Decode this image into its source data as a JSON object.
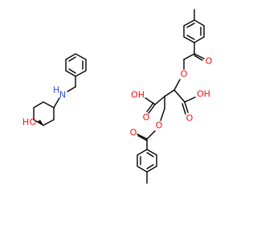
{
  "atoms": {
    "amine_n": "N",
    "amine_h": "H",
    "alcohol_o": "O",
    "alcohol_h": "H",
    "acid_left": "OH",
    "acid_right": "OH",
    "ester_o_upper": "O",
    "ester_o_lower": "O",
    "carbonyl_o_upper_ester": "O",
    "carbonyl_o_lower_ester": "O",
    "carbonyl_o_left_acid": "O",
    "carbonyl_o_right_acid": "O"
  },
  "colors": {
    "bond": "#000000",
    "nitrogen": "#3050F8",
    "oxygen": "#FF0D0D"
  }
}
